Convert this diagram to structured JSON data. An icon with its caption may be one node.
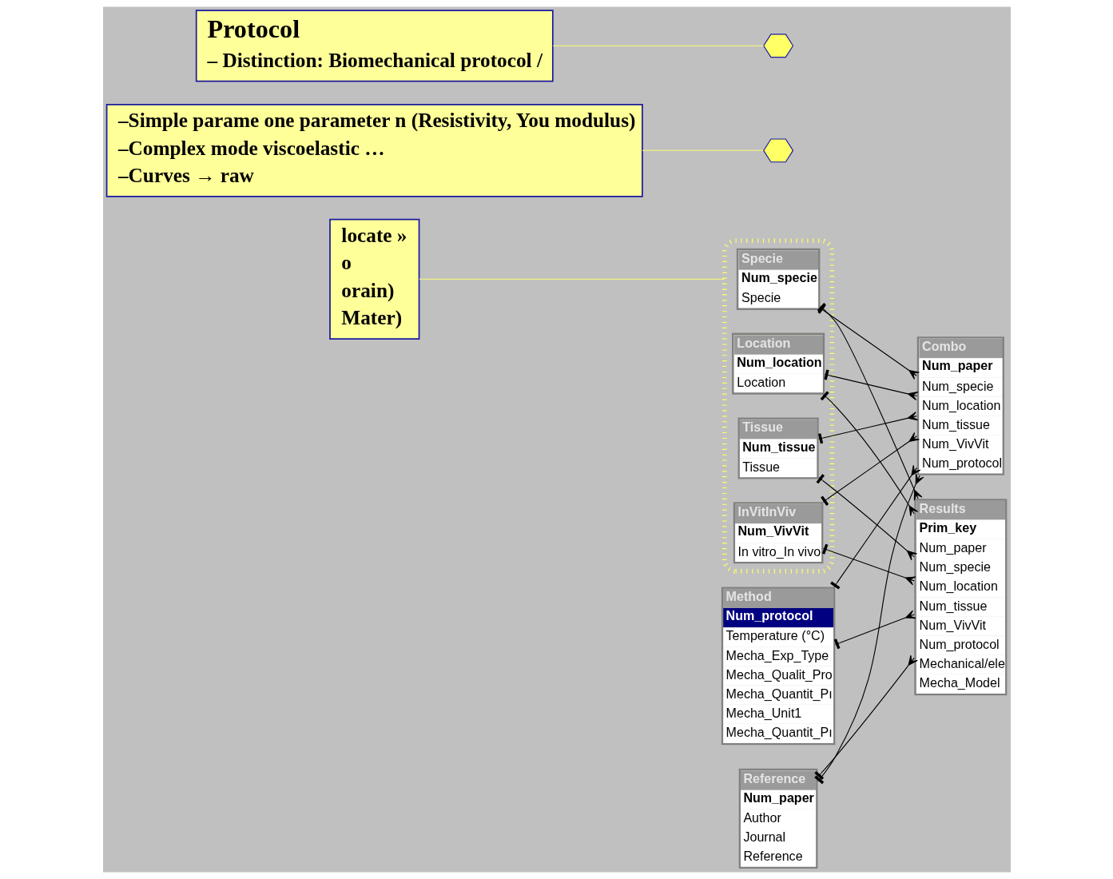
{
  "diagram": {
    "nodes": [
      {
        "text": [],
        "shape": "octagon"
      },
      {
        "text": [
          "Specie",
          "Num_specie",
          "Specie"
        ],
        "in": 0
      },
      {
        "text": [
          "Location",
          "Num_location",
          "Location"
        ],
        "in": 0
      },
      {
        "text": [
          "Tissue",
          "Num_tissue",
          "Tissue"
        ],
        "in": 0
      },
      {
        "text": [
          "InVitInViv",
          "Num_VivVit",
          "In vitro_In vivo"
        ],
        "in": 0
      },
      {
        "text": [
          "locate »",
          "o",
          "orain)",
          "Mater)"
        ]
      },
      {
        "text": [
          "Combo",
          "Num_paper",
          "Num_specie",
          "Num_location",
          "Num_tissue",
          "Num_VivVit",
          "Num_protocol"
        ]
      },
      {
        "text": [
          "–Simple parame one parameter n (Resistivity, You modulus)",
          "–Complex mode viscoelastic …",
          "–Curves → raw"
        ]
      },
      {
        "text": [
          "Method",
          "Num_protocol",
          "Temperature (°C)",
          "Mecha_Exp_Type",
          "Mecha_Qualit_Pro",
          "Mecha_Quantit_Pı",
          "Mecha_Unit1",
          "Mecha_Quantit_Pı"
        ]
      },
      {
        "text": [],
        "shape": "hexagon"
      },
      {
        "text": [],
        "shape": "hexagon"
      },
      {
        "text": [
          "Results",
          "Prim_key",
          "Num_paper",
          "Num_specie",
          "Num_location",
          "Num_tissue",
          "Num_VivVit",
          "Num_protocol",
          "Mechanical/ele",
          "Mecha_Model"
        ]
      },
      {
        "text": [
          "Reference",
          "Num_paper",
          "Author",
          "Journal",
          "Reference"
        ]
      },
      {
        "text": [
          "Protocol",
          "– Distinction: Biomechanical protocol /"
        ]
      }
    ],
    "edges": [
      {
        "from": 1,
        "to": 6,
        "arrow": "other"
      },
      {
        "from": 2,
        "to": 6,
        "arrow": "other"
      },
      {
        "from": 3,
        "to": 6,
        "arrow": "other"
      },
      {
        "from": 4,
        "to": 6,
        "arrow": "other"
      },
      {
        "from": 8,
        "to": 6,
        "arrow": "other"
      },
      {
        "from": 12,
        "to": 6,
        "arrow": "other"
      },
      {
        "from": 1,
        "to": 11,
        "arrow": "other"
      },
      {
        "from": 2,
        "to": 11,
        "arrow": "other"
      },
      {
        "from": 3,
        "to": 11,
        "arrow": "other"
      },
      {
        "from": 4,
        "to": 11,
        "arrow": "other"
      },
      {
        "from": 8,
        "to": 11,
        "arrow": "other"
      },
      {
        "from": 12,
        "to": 11,
        "arrow": "other"
      },
      {
        "from": 5,
        "to": 0,
        "arrow": "none",
        "color": "#f0f080"
      },
      {
        "from": 7,
        "to": 10,
        "arrow": "none",
        "color": "#f0f080"
      },
      {
        "from": 13,
        "to": 9,
        "arrow": "none",
        "color": "#f0f080"
      }
    ]
  }
}
